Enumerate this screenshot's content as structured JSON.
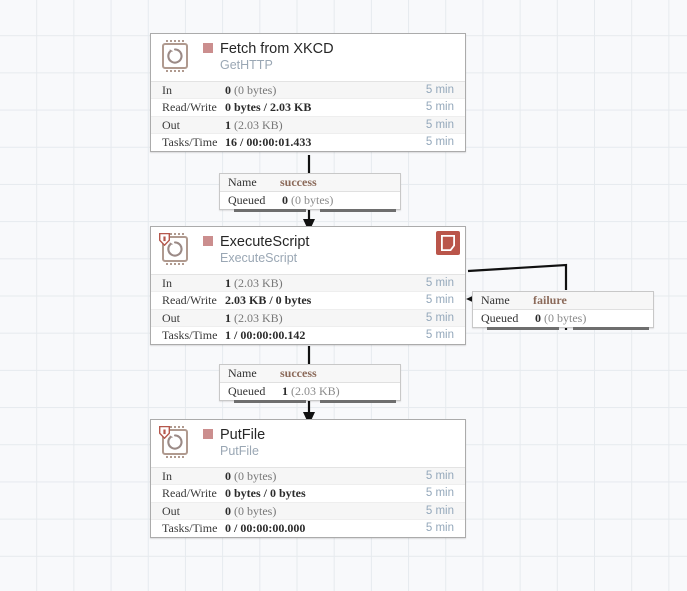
{
  "canvas": {
    "grid_color": "#e6eaee",
    "background": "#f8f9fb",
    "accent_stopped": "#cb8e8e",
    "accent_bulletin": "#ba554a",
    "relationship_color": "#8b6a5a"
  },
  "stat_labels": {
    "in": "In",
    "read_write": "Read/Write",
    "out": "Out",
    "tasks_time": "Tasks/Time"
  },
  "conn_labels": {
    "name": "Name",
    "queued": "Queued"
  },
  "processors": [
    {
      "id": "fetch-from-xkcd",
      "name": "Fetch from XKCD",
      "type": "GetHTTP",
      "state": "stopped",
      "has_shield": false,
      "has_bulletin": false,
      "stats": {
        "in_value": "0",
        "in_detail": "(0 bytes)",
        "in_time": "5 min",
        "rw_value": "0 bytes / 2.03 KB",
        "rw_detail": "",
        "rw_time": "5 min",
        "out_value": "1",
        "out_detail": "(2.03 KB)",
        "out_time": "5 min",
        "tasks_value": "16 / 00:00:01.433",
        "tasks_detail": "",
        "tasks_time": "5 min"
      }
    },
    {
      "id": "execute-script",
      "name": "ExecuteScript",
      "type": "ExecuteScript",
      "state": "stopped",
      "has_shield": true,
      "has_bulletin": true,
      "stats": {
        "in_value": "1",
        "in_detail": "(2.03 KB)",
        "in_time": "5 min",
        "rw_value": "2.03 KB / 0 bytes",
        "rw_detail": "",
        "rw_time": "5 min",
        "out_value": "1",
        "out_detail": "(2.03 KB)",
        "out_time": "5 min",
        "tasks_value": "1 / 00:00:00.142",
        "tasks_detail": "",
        "tasks_time": "5 min"
      }
    },
    {
      "id": "put-file",
      "name": "PutFile",
      "type": "PutFile",
      "state": "stopped",
      "has_shield": true,
      "has_bulletin": false,
      "stats": {
        "in_value": "0",
        "in_detail": "(0 bytes)",
        "in_time": "5 min",
        "rw_value": "0 bytes / 0 bytes",
        "rw_detail": "",
        "rw_time": "5 min",
        "out_value": "0",
        "out_detail": "(0 bytes)",
        "out_time": "5 min",
        "tasks_value": "0 / 00:00:00.000",
        "tasks_detail": "",
        "tasks_time": "5 min"
      }
    }
  ],
  "connections": [
    {
      "id": "conn-success-1",
      "relationship": "success",
      "queued_count": "0",
      "queued_size": "(0 bytes)"
    },
    {
      "id": "conn-success-2",
      "relationship": "success",
      "queued_count": "1",
      "queued_size": "(2.03 KB)"
    },
    {
      "id": "conn-failure",
      "relationship": "failure",
      "queued_count": "0",
      "queued_size": "(0 bytes)"
    }
  ]
}
